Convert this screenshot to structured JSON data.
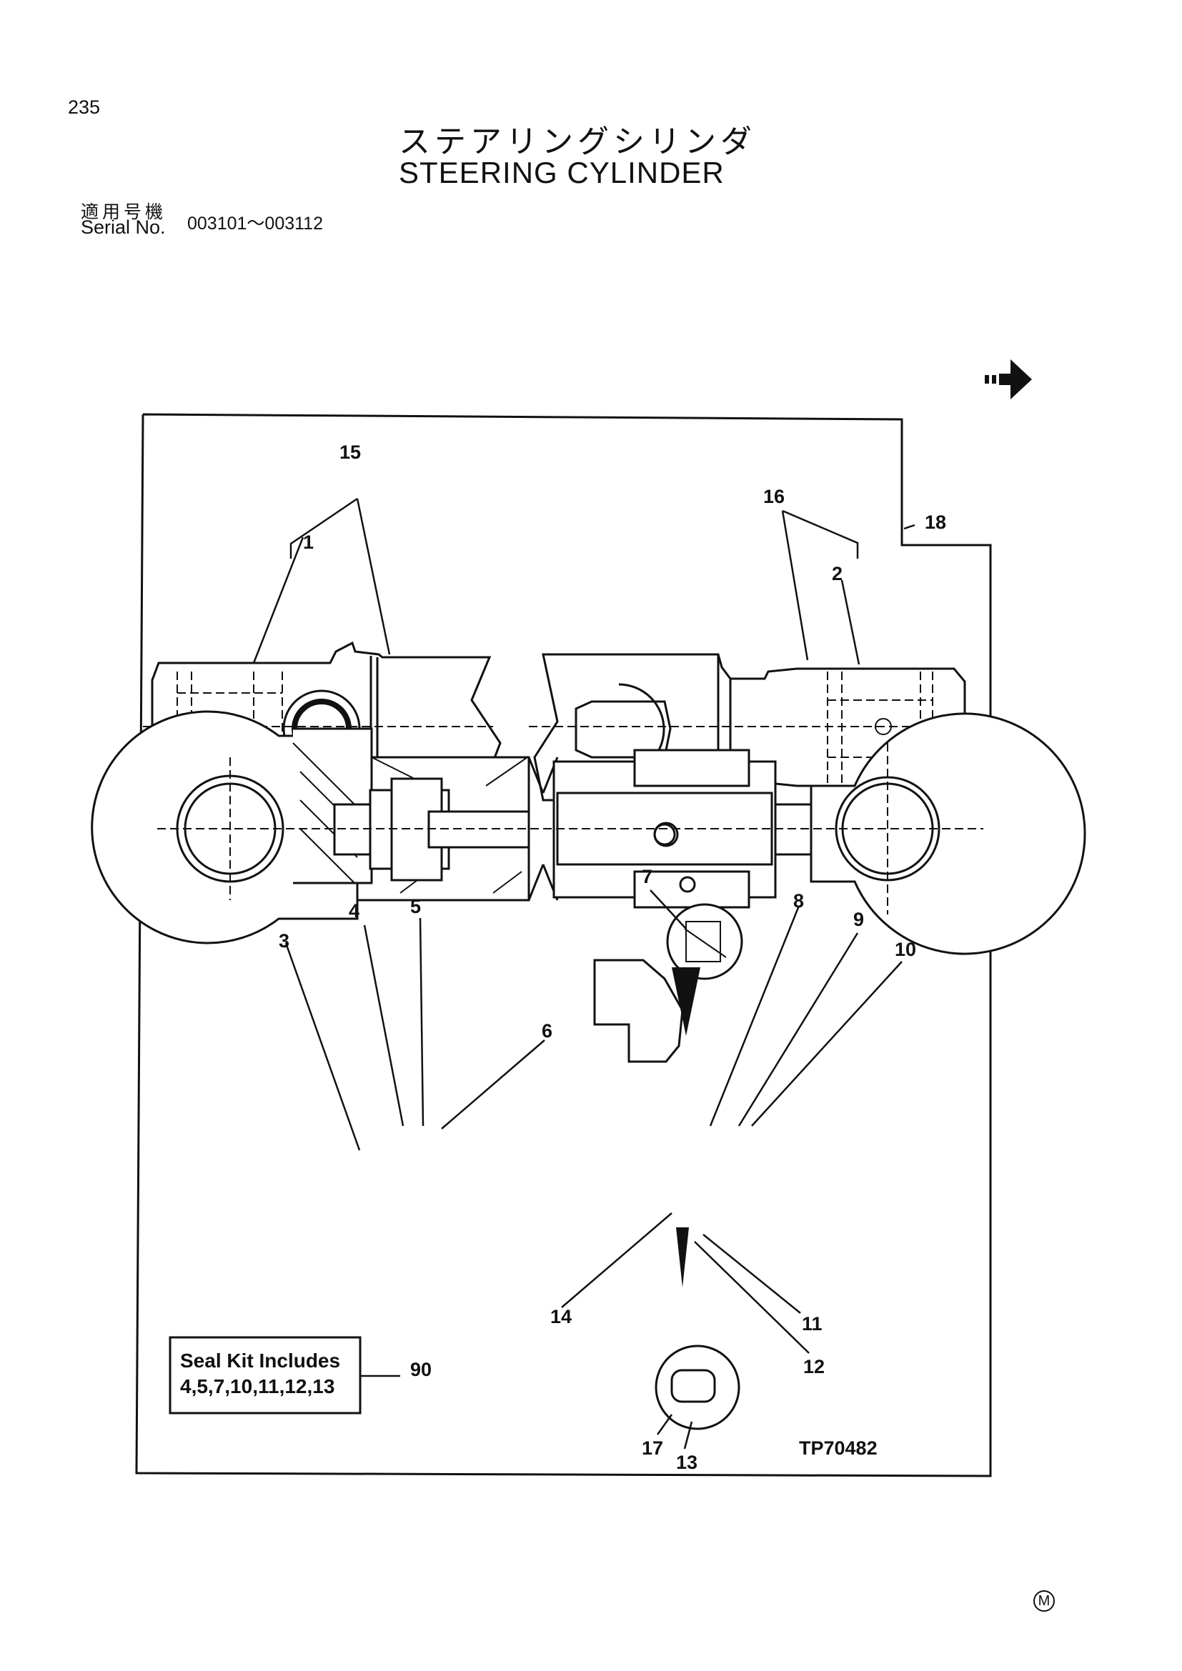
{
  "page": {
    "number": "235",
    "title_jp": "ステアリングシリンダ",
    "title_en": "STEERING CYLINDER",
    "serial_label_jp": "適用号機",
    "serial_label_en": "Serial No.",
    "serial_range": "003101～003112",
    "next_page_icon": "next-page-arrow-icon",
    "copyright_mark": "M"
  },
  "diagram": {
    "callouts": {
      "c1": "1",
      "c2": "2",
      "c3": "3",
      "c4": "4",
      "c5": "5",
      "c6": "6",
      "c7": "7",
      "c8": "8",
      "c9": "9",
      "c10": "10",
      "c11": "11",
      "c12": "12",
      "c13": "13",
      "c14": "14",
      "c15": "15",
      "c16": "16",
      "c17": "17",
      "c18": "18",
      "c90": "90"
    },
    "seal_kit": {
      "line1": "Seal Kit Includes",
      "line2": "4,5,7,10,11,12,13"
    },
    "drawing_id": "TP70482"
  }
}
